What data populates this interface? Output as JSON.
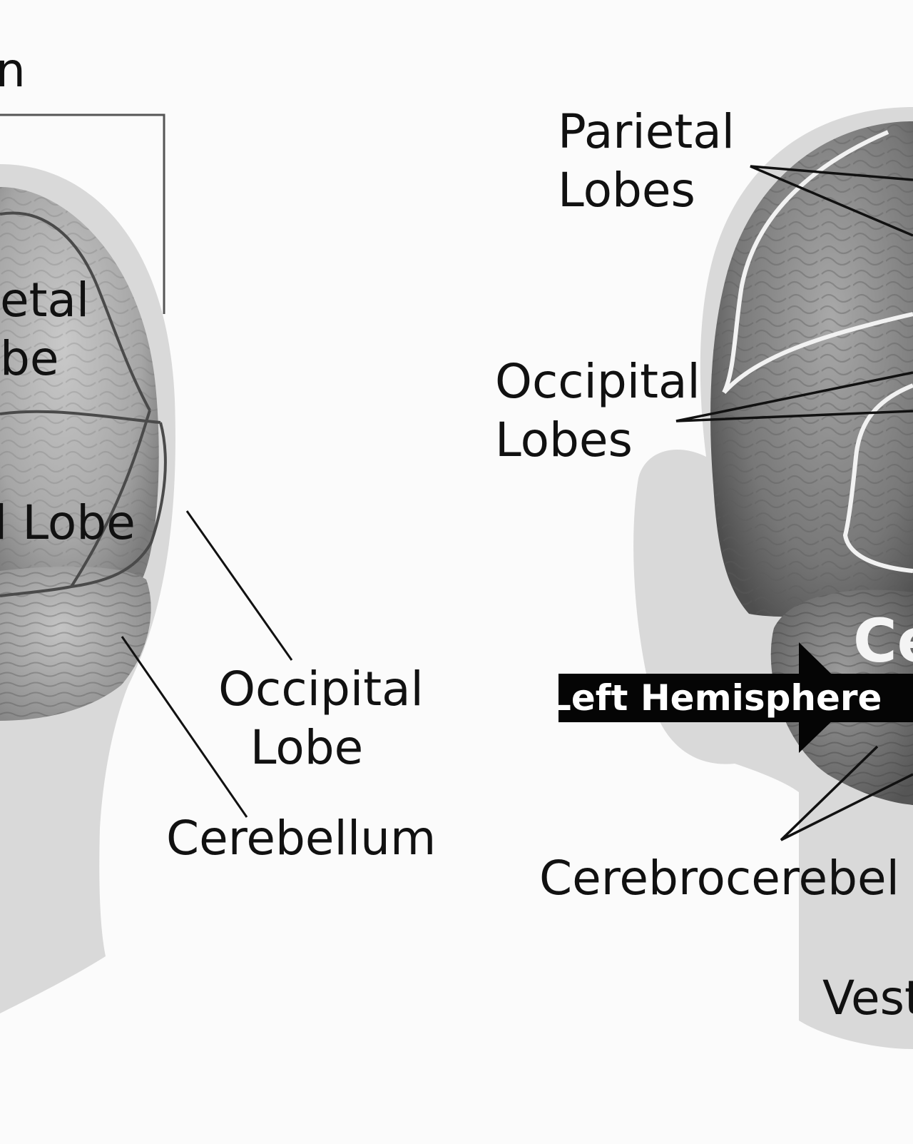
{
  "colors": {
    "background": "#fbfbfb",
    "silhouette": "#d9d9d9",
    "brain_light": "#b8b8b8",
    "brain_dark": "#6e6e6e",
    "outline": "#555555",
    "label_text": "#111111",
    "arrow": "#050505"
  },
  "icons": {
    "left_panel": "head-back-view-brain",
    "right_panel": "head-back-view-brain-photo",
    "arrow": "arrow-right"
  },
  "left_panel": {
    "top_label": "n",
    "parietal_label": [
      "etal",
      "be"
    ],
    "temporal_label": "l Lobe",
    "occipital_label": [
      "Occipital",
      "Lobe"
    ],
    "cerebellum_label": "Cerebellum"
  },
  "right_panel": {
    "parietal_label": [
      "Parietal",
      "Lobes"
    ],
    "occipital_label": [
      "Occipital",
      "Lobes"
    ],
    "cerebellum_partial": "Ce",
    "hemisphere_arrow_label": "Left Hemisphere",
    "cerebrocerebellum_label": "Cerebrocerebel",
    "vestibulo_label": "Vest"
  }
}
